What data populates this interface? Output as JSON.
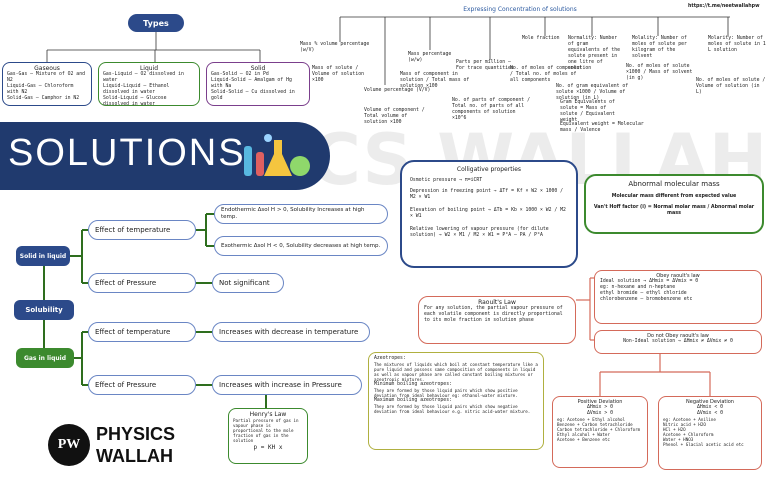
{
  "types": {
    "title": "Types",
    "gaseous": {
      "title": "Gaseous",
      "lines": [
        "Gas-Gas – Mixture of O2 and N2",
        "Liquid-Gas – Chloroform with N2",
        "Solid-Gas – Camphor in N2"
      ]
    },
    "liquid": {
      "title": "Liquid",
      "lines": [
        "Gas-Liquid – O2 dissolved in water",
        "Liquid-Liquid – Ethanol dissolved in water",
        "Solid-Liquid – Glucose dissolved in water"
      ]
    },
    "solid": {
      "title": "Solid",
      "lines": [
        "Gas-Solid – O2 in Pd",
        "Liquid-Solid – Amalgam of Hg with Na",
        "Solid-Solid – Cu dissolved in gold"
      ]
    }
  },
  "concentration": {
    "title": "Expressing Concentration of solutions",
    "url": "https://t.me/neetwallahpw",
    "mass_percent": {
      "label": "Mass % volume percentage (w/V)",
      "formula": "Mass of solute / Volume of solution ×100"
    },
    "volume_percent": {
      "label": "Volume percentage (V/V)",
      "formula": "Volume of component / Total volume of solution ×100"
    },
    "mass_percentage": {
      "label": "Mass percentage (w/w)",
      "formula": "Mass of component in solution / Total mass of solution ×100"
    },
    "ppm": {
      "label": "Parts per million – For trace quantities",
      "formula": "No. of parts of component / Total no. of parts of all components of solution ×10^6"
    },
    "mole_fraction": {
      "label": "Mole fraction",
      "formula": "No. of moles of component / Total no. of moles of all components"
    },
    "normality": {
      "label": "Normality: Number of gram equivalents of the solute present in one litre of solution",
      "formula": "No. of gram equivalent of solute ×1000 / Volume of solution (in L)",
      "sub": "Gram Equivalents of solute = Mass of solute / Equivalent weight",
      "eq": "Equivalent weight = Molecular mass / Valence"
    },
    "molality": {
      "label": "Molality: Number of moles of solute per kilogram of the solvent",
      "formula": "No. of moles of solute ×1000 / Mass of solvent (in g)"
    },
    "molarity": {
      "label": "Molarity: Number of moles of solute in 1 L solution",
      "formula": "No. of moles of solute / Volume of solution (in L)"
    }
  },
  "main_title": "SOLUTIONS",
  "colligative": {
    "title": "Colligative properties",
    "lines": [
      "Osmotic pressure → π=iCRT",
      "Depression in freezing point → ΔTf = Kf × W2 × 1000 / M2 × W1",
      "Elevation of boiling point → ΔTb = Kb × 1000 × W2 / M2 × W1",
      "Relative lowering of vapour pressure (for dilute solution) → W2 × M1 / M2 × W1 = P°A – PA / P°A"
    ]
  },
  "abnormal": {
    "title": "Abnormal molecular mass",
    "line1": "Molecular mass different from expected value",
    "vant_hoff": "Van't Hoff factor (i) = Normal molar mass / Abnormal molar mass"
  },
  "solubility": {
    "root": "Solubility",
    "solid": "Solid in liquid",
    "gas": "Gas in liquid",
    "effect_temp_1": "Effect of temperature",
    "endo": "Endothermic Δsol H > 0, Solubility Increases at high temp.",
    "exo": "Exothermic Δsol H < 0, Solubility decreases at high temp.",
    "effect_press_1": "Effect of Pressure",
    "not_sig": "Not significant",
    "effect_temp_2": "Effect of temperature",
    "incr_dec_temp": "Increases with decrease in temperature",
    "effect_press_2": "Effect of Pressure",
    "incr_press": "Increases with increase in Pressure",
    "henry_title": "Henry's Law",
    "henry_text": "Partial pressure of gas in vapour phase is proportional to the mole fraction of gas in the solution",
    "henry_formula": "p = KH x"
  },
  "raoult": {
    "title": "Raoult's Law",
    "text": "For any solution, the partial vapour pressure of each volatile component is directly proportional to its mole fraction in solution phase",
    "obey_title": "Obey raoult's law",
    "obey_lines": [
      "Ideal solution → ΔHmix = ΔVmix = 0",
      "eg: n-hexane and n-heptane",
      "ethyl bromide – ethyl chloride",
      "chlorobenzene – bromobenzene etc"
    ],
    "notobey_title": "Do not Obey raoult's law",
    "notobey_line": "Non-Ideal solution → ΔHmix ≠ ΔVmix ≠ 0"
  },
  "azeotropes": {
    "lines": [
      "Azeotropes:",
      "The mixtures of liquids which boil at constant temperature like a pure liquid and possess same composition of components in liquid as well as vapour phase are called constant boiling mixtures or azeotropic mixtures.",
      "Minimum boiling azeotropes:",
      "They are formed by those liquid pairs which show positive deviation from ideal behaviour eg: ethanol-water mixture.",
      "Maximum boiling azeotropes:",
      "They are formed by those liquid pairs which show negative deviation from ideal behaviour e.g. nitric acid-water mixture."
    ]
  },
  "positive": {
    "title": "Positive Deviation",
    "lines": [
      "ΔHmix > 0",
      "ΔVmix > 0",
      "eg: Acetone + Ethyl alcohol",
      "Benzene + Carbon tetrachloride",
      "Carbon tetrachloride + Chloroform",
      "Ethyl alcohol + Water",
      "Acetone + Benzene etc"
    ]
  },
  "negative": {
    "title": "Negative Deviation",
    "lines": [
      "ΔHmix < 0",
      "ΔVmix < 0",
      "eg: Acetone + Aniline",
      "Nitric acid + H2O",
      "HCl + H2O",
      "Acetone + Chloroform",
      "Water + HNO3",
      "Phenol + Glacial acetic acid etc"
    ]
  },
  "brand": {
    "line1": "PHYSICS",
    "line2": "WALLAH",
    "logo_text": "PW",
    "watermark": "PHYSICS WALLAH"
  },
  "colors": {
    "navy": "#2c4a8a",
    "green": "#3c8a2e",
    "purple": "#7b3f8c",
    "orange": "#e2a860",
    "red": "#d46a5a",
    "olive": "#b0b040"
  }
}
